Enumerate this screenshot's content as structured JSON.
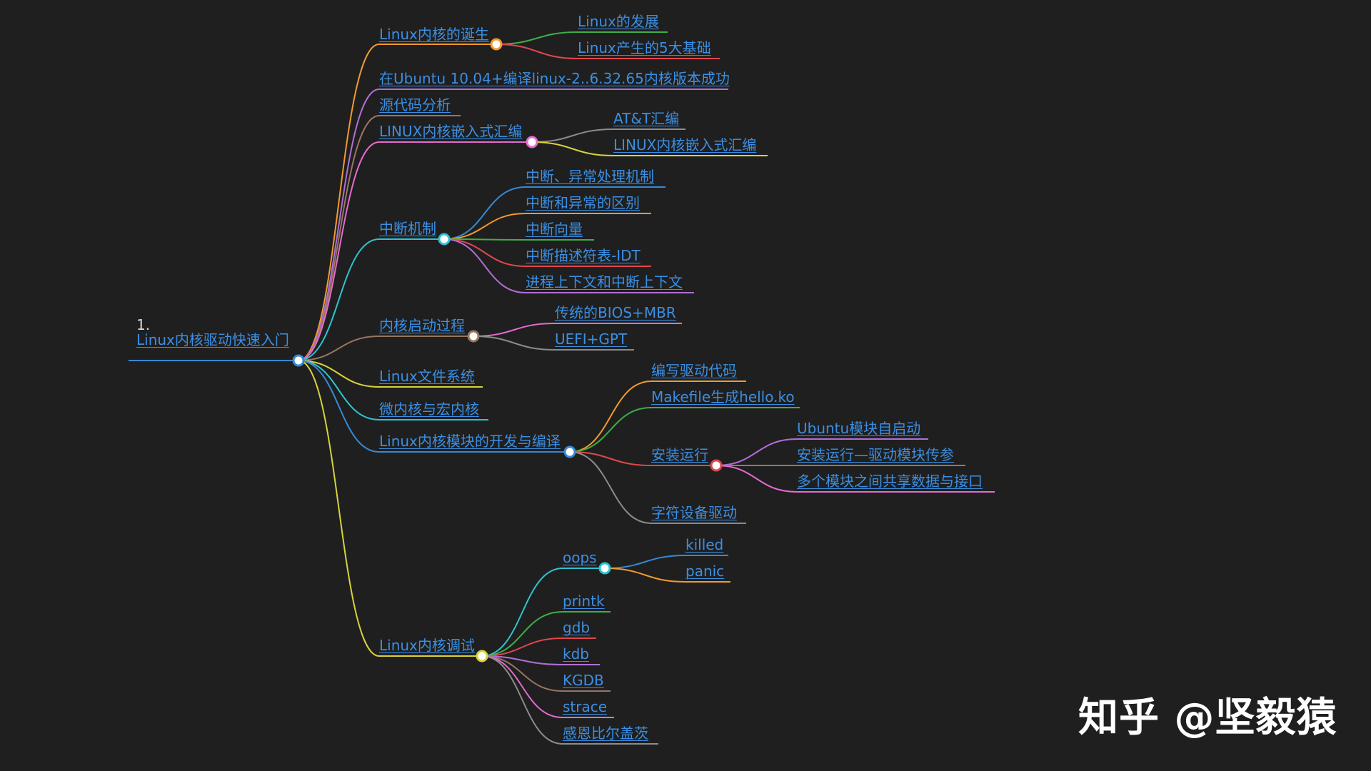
{
  "root": {
    "number": "1.",
    "label": "Linux内核驱动快速入门"
  },
  "branches": [
    {
      "label": "Linux内核的诞生",
      "children": [
        {
          "label": "Linux的发展"
        },
        {
          "label": "Linux产生的5大基础"
        }
      ]
    },
    {
      "label": "在Ubuntu 10.04+编译linux-2..6.32.65内核版本成功"
    },
    {
      "label": "源代码分析"
    },
    {
      "label": "LINUX内核嵌入式汇编",
      "children": [
        {
          "label": "AT&T汇编"
        },
        {
          "label": "LINUX内核嵌入式汇编"
        }
      ]
    },
    {
      "label": "中断机制",
      "children": [
        {
          "label": "中断、异常处理机制"
        },
        {
          "label": "中断和异常的区别"
        },
        {
          "label": "中断向量"
        },
        {
          "label": "中断描述符表-IDT"
        },
        {
          "label": "进程上下文和中断上下文"
        }
      ]
    },
    {
      "label": "内核启动过程",
      "children": [
        {
          "label": "传统的BIOS+MBR"
        },
        {
          "label": "UEFI+GPT"
        }
      ]
    },
    {
      "label": "Linux文件系统"
    },
    {
      "label": "微内核与宏内核"
    },
    {
      "label": "Linux内核模块的开发与编译",
      "children": [
        {
          "label": "编写驱动代码"
        },
        {
          "label": "Makefile生成hello.ko"
        },
        {
          "label": "安装运行",
          "children": [
            {
              "label": "Ubuntu模块自启动"
            },
            {
              "label": "安装运行—驱动模块传参"
            },
            {
              "label": "多个模块之间共享数据与接口"
            }
          ]
        },
        {
          "label": "字符设备驱动"
        }
      ]
    },
    {
      "label": "Linux内核调试",
      "children": [
        {
          "label": "oops",
          "children": [
            {
              "label": "killed"
            },
            {
              "label": "panic"
            }
          ]
        },
        {
          "label": "printk"
        },
        {
          "label": "gdb"
        },
        {
          "label": "kdb"
        },
        {
          "label": "KGDB"
        },
        {
          "label": "strace"
        },
        {
          "label": "感恩比尔盖茨"
        }
      ]
    }
  ],
  "watermark": "知乎 @坚毅猿",
  "colors": {
    "background": "#1f1f1f",
    "link": "#3b8fe4",
    "orange": "#f29a2e",
    "purple": "#b06fd6",
    "brown": "#9a7562",
    "pink": "#e56bd0",
    "teal": "#2ec4cf",
    "yellow": "#d8d33a",
    "blue": "#3a88d1",
    "green": "#3fae49",
    "red": "#e0474c",
    "gray": "#8c8c8c",
    "node_fill": "#ffffff"
  }
}
